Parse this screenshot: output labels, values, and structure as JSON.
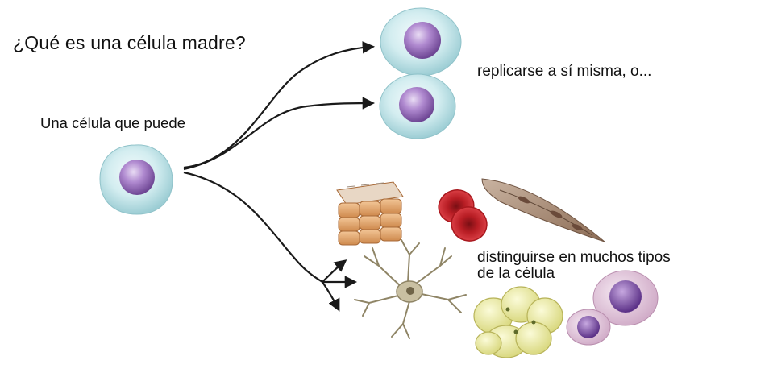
{
  "title": "¿Qué es una célula madre?",
  "intro_label": "Una célula que puede",
  "replicate_label": "replicarse a sí misma, o...",
  "differentiate_label": {
    "line1": "distinguirse en muchos tipos",
    "line2": "de la célula"
  },
  "colors": {
    "stem_cell_cytoplasm": "#bfe3e8",
    "stem_cell_nucleus": "#9a6fc0",
    "arrow": "#1a1a1a",
    "red_blood_cell": "#c8242b",
    "muscle_fiber": "#a98a72",
    "epithelial_tissue": "#e4a06a",
    "neuron": "#9a8f6e",
    "fat_cells": "#e8e79a",
    "white_blood_cell_nucleus": "#7a4e9e",
    "white_blood_cell_cytoplasm": "#e2c7dc"
  }
}
